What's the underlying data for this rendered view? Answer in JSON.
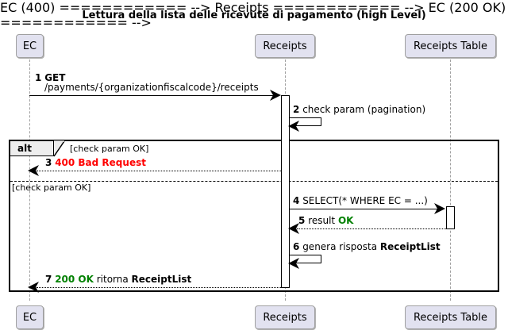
{
  "diagram": {
    "type": "uml-sequence-diagram",
    "title": "Lettura della lista delle ricevute di pagamento (high Level)",
    "colors": {
      "participant_fill": "#E2E2F0",
      "participant_border": "#A0A0A0",
      "lifeline": "#A0A0A0",
      "line": "#000000",
      "error": "#FF0000",
      "success": "#008000",
      "frame_tab_fill": "#EEEEEE",
      "background": "#FFFFFF"
    },
    "participants": [
      {
        "id": "ec",
        "label": "EC"
      },
      {
        "id": "receipts",
        "label": "Receipts"
      },
      {
        "id": "receipts_table",
        "label": "Receipts Table"
      }
    ],
    "fragment": {
      "kind": "alt",
      "label": "alt",
      "guards": [
        "[check param OK]",
        "[check param OK]"
      ]
    },
    "messages": [
      {
        "num": "1",
        "from": "ec",
        "to": "receipts",
        "style": "solid",
        "line1": "GET",
        "line1_bold": true,
        "line2": "/payments/{organizationfiscalcode}/receipts"
      },
      {
        "num": "2",
        "from": "receipts",
        "to": "receipts",
        "style": "solid-self",
        "text": "check param (pagination)"
      },
      {
        "num": "3",
        "from": "receipts",
        "to": "ec",
        "style": "dotted",
        "status": "400 Bad Request",
        "status_color": "error",
        "text": ""
      },
      {
        "num": "4",
        "from": "receipts",
        "to": "receipts_table",
        "style": "solid",
        "text": "SELECT(* WHERE EC = ...)"
      },
      {
        "num": "5",
        "from": "receipts_table",
        "to": "receipts",
        "style": "dotted",
        "text": "result ",
        "status": "OK",
        "status_color": "success"
      },
      {
        "num": "6",
        "from": "receipts",
        "to": "receipts",
        "style": "solid-self",
        "text": "genera risposta ",
        "bold_tail": "ReceiptList"
      },
      {
        "num": "7",
        "from": "receipts",
        "to": "ec",
        "style": "dotted",
        "status": "200 OK",
        "status_color": "success",
        "text": " ritorna ",
        "bold_tail": "ReceiptList"
      }
    ]
  }
}
